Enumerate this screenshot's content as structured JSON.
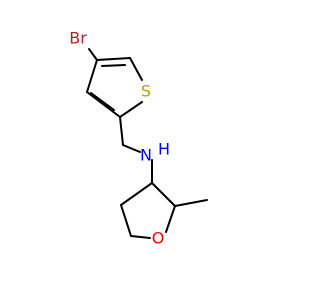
{
  "molecule": {
    "atoms": {
      "br": {
        "label": "Br",
        "color": "#a62929"
      },
      "s": {
        "label": "S",
        "color": "#b3a300"
      },
      "n": {
        "label": "N",
        "color": "#0000ff"
      },
      "nh": {
        "label": "H",
        "color": "#0000ff"
      },
      "o": {
        "label": "O",
        "color": "#ff0000"
      }
    },
    "bond_color": "#000000"
  }
}
